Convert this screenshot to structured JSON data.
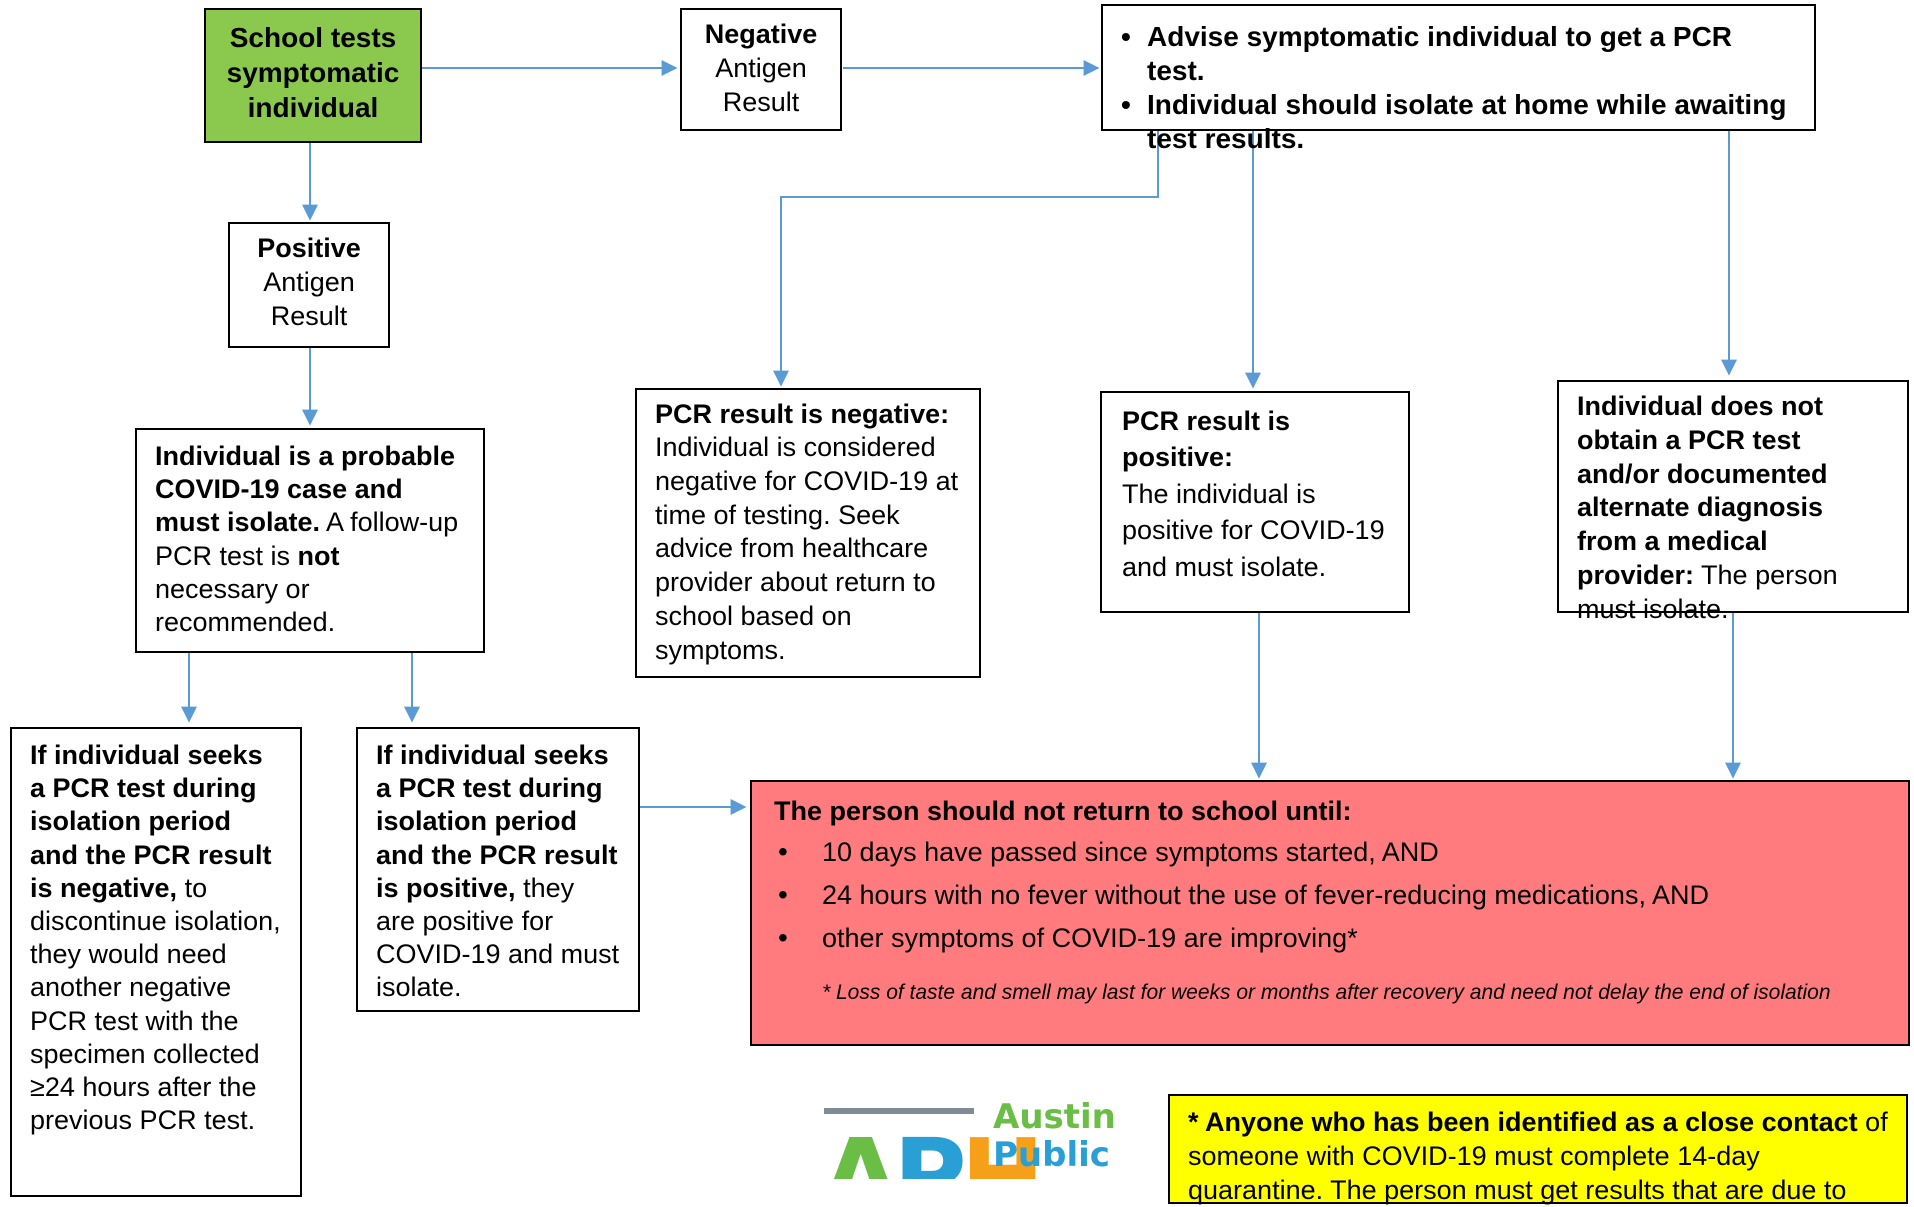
{
  "colors": {
    "green": "#8bc94e",
    "red": "#ff7b7e",
    "yellow": "#ffff00",
    "arrow": "#5b9bd5"
  },
  "start": {
    "text": "School tests symptomatic individual"
  },
  "neg_antigen": {
    "bold": "Negative",
    "rest": "Antigen Result"
  },
  "pos_antigen": {
    "bold": "Positive",
    "rest": "Antigen Result"
  },
  "advise": {
    "items": [
      "Advise symptomatic individual to get a PCR test.",
      "Individual should isolate at home while awaiting test results."
    ]
  },
  "probable": {
    "bold": "Individual is a probable COVID-19 case and must isolate.",
    "text1": " A follow-up PCR test is ",
    "bold2": "not",
    "text2": " necessary or recommended."
  },
  "pcr_negative": {
    "bold": "PCR result is negative:",
    "text": "Individual is considered negative for COVID-19 at time of testing. Seek advice from healthcare provider about return to school based on symptoms."
  },
  "pcr_positive": {
    "bold": "PCR result is positive:",
    "text": "The individual is positive for COVID-19 and must isolate."
  },
  "no_pcr": {
    "bold": "Individual does not obtain a PCR test and/or documented alternate diagnosis from a medical provider:",
    "text": " The person must isolate."
  },
  "seeks_negative": {
    "bold": "If individual seeks a PCR test during isolation period and the PCR result is negative,",
    "text": " to discontinue isolation, they would need another negative PCR test with the specimen collected ≥24 hours after the previous PCR test."
  },
  "seeks_positive": {
    "bold": "If individual seeks a PCR test during isolation period and the PCR result is positive,",
    "text": " they are positive for COVID-19 and must isolate."
  },
  "return": {
    "heading": "The person should not return to school until:",
    "items": [
      "10 days have passed since symptoms started, AND",
      "24 hours with no fever without the use of fever-reducing medications, AND",
      "other symptoms of COVID-19 are improving*"
    ],
    "note": "* Loss of taste and smell may last for weeks or months after recovery and need not delay the end of isolation"
  },
  "close_contact": {
    "bold": "* Anyone who has been identified as a close contact",
    "text": " of someone with COVID-19 must complete 14-day quarantine. The person must get results that are due to"
  },
  "logo": {
    "letters": "APH",
    "line1": "Austin",
    "line2": "Public",
    "blue": "#2a9fd6",
    "green": "#6abd45",
    "orange": "#f6a01a",
    "gray": "#7f8c96"
  }
}
